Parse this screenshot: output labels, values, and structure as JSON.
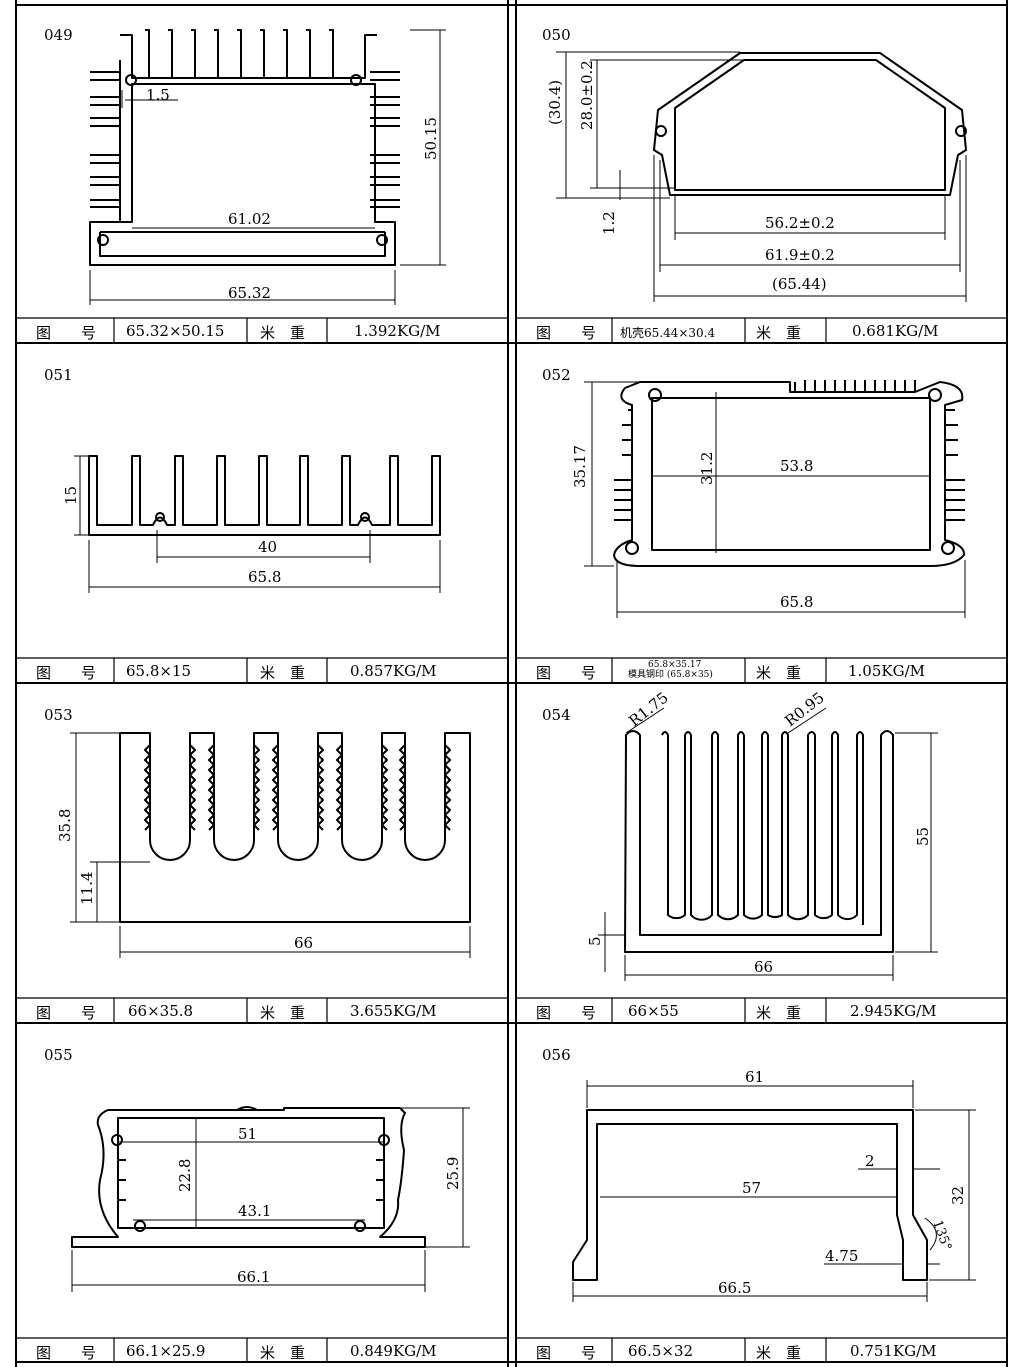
{
  "labels": {
    "model_label": "图　　号",
    "weight_label": "米　重"
  },
  "cells": [
    {
      "id": "049",
      "model": "65.32×50.15",
      "weight": "1.392KG/M",
      "dims": {
        "a": "1.5",
        "b": "50.15",
        "c": "61.02",
        "d": "65.32"
      }
    },
    {
      "id": "050",
      "model": "机壳65.44×30.4",
      "weight": "0.681KG/M",
      "dims": {
        "a": "(30.4)",
        "b": "28.0±0.2",
        "c": "1.2",
        "d": "56.2±0.2",
        "e": "61.9±0.2",
        "f": "(65.44)"
      }
    },
    {
      "id": "051",
      "model": "65.8×15",
      "weight": "0.857KG/M",
      "dims": {
        "a": "15",
        "b": "40",
        "c": "65.8"
      }
    },
    {
      "id": "052",
      "model_line1": "65.8×35.17",
      "model_line2": "模具钢印 (65.8×35)",
      "weight": "1.05KG/M",
      "dims": {
        "a": "35.17",
        "b": "31.2",
        "c": "53.8",
        "d": "65.8"
      }
    },
    {
      "id": "053",
      "model": "66×35.8",
      "weight": "3.655KG/M",
      "dims": {
        "a": "35.8",
        "b": "11.4",
        "c": "66"
      }
    },
    {
      "id": "054",
      "model": "66×55",
      "weight": "2.945KG/M",
      "dims": {
        "a": "R1.75",
        "b": "R0.95",
        "c": "55",
        "d": "5",
        "e": "66"
      }
    },
    {
      "id": "055",
      "model": "66.1×25.9",
      "weight": "0.849KG/M",
      "dims": {
        "a": "51",
        "b": "22.8",
        "c": "25.9",
        "d": "43.1",
        "e": "66.1"
      }
    },
    {
      "id": "056",
      "model": "66.5×32",
      "weight": "0.751KG/M",
      "dims": {
        "a": "61",
        "b": "2",
        "c": "32",
        "d": "57",
        "e": "135°",
        "f": "4.75",
        "g": "66.5"
      }
    }
  ]
}
